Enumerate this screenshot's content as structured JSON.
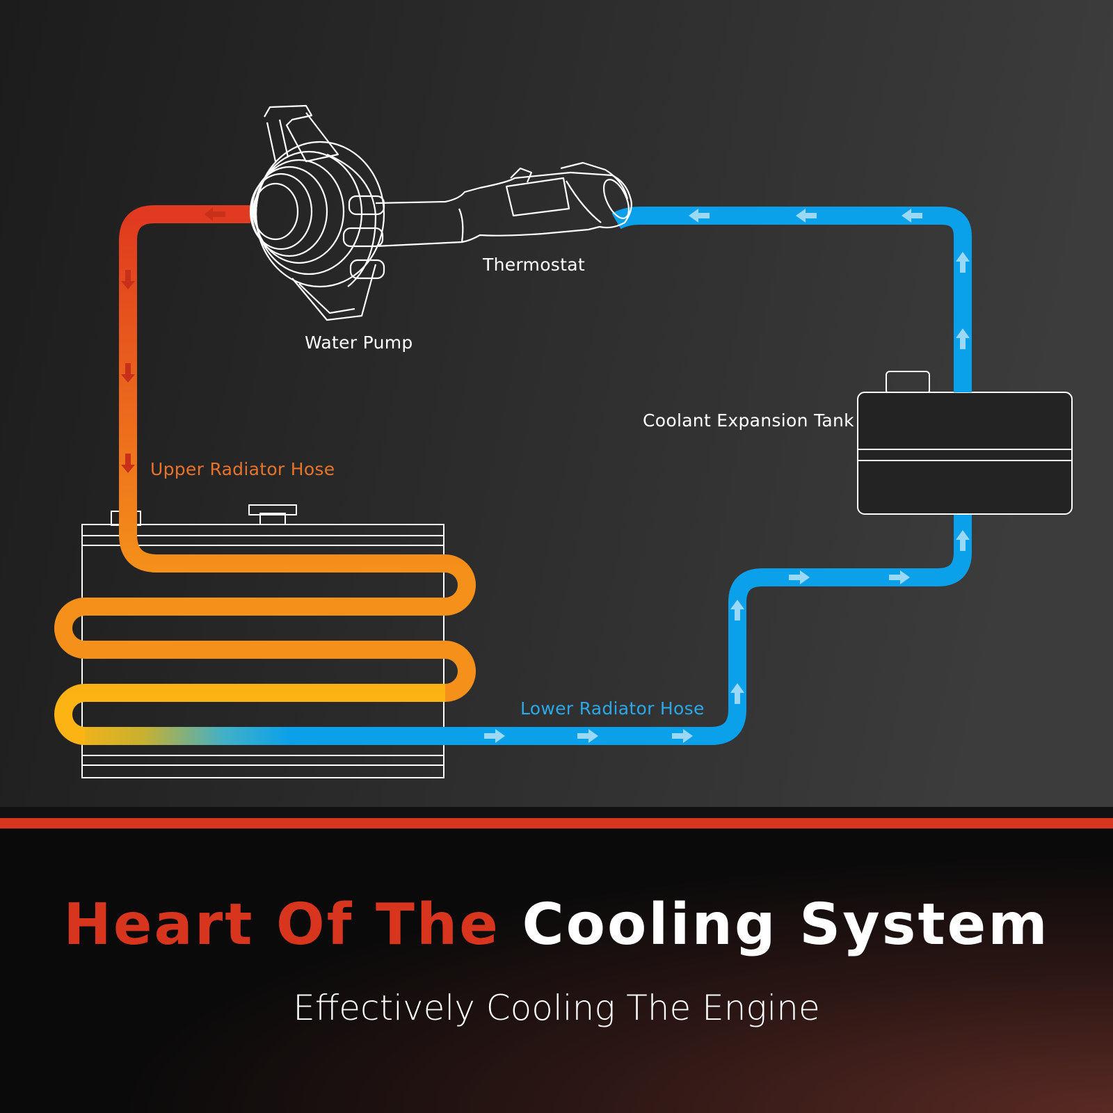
{
  "labels": {
    "water_pump": "Water Pump",
    "thermostat": "Thermostat",
    "coolant_tank": "Coolant Expansion Tank",
    "upper_hose": "Upper Radiator Hose",
    "lower_hose": "Lower Radiator Hose"
  },
  "headline": {
    "accent_part": "Heart Of The",
    "main_part": "Cooling System",
    "subtitle": "Effectively Cooling The Engine"
  },
  "colors": {
    "hot": "#e04020",
    "warm": "#f5a01a",
    "cool": "#0aa0ea",
    "outline": "#ffffff",
    "accent_bar": "#d8351f",
    "upper_label": "#e8732a",
    "lower_label": "#2aa8ea",
    "text": "#ffffff"
  },
  "flow": {
    "hot_direction_icon": "arrow-down-icon",
    "cool_direction_icon": "arrow-right-icon",
    "return_direction_icon": "arrow-up-icon"
  }
}
